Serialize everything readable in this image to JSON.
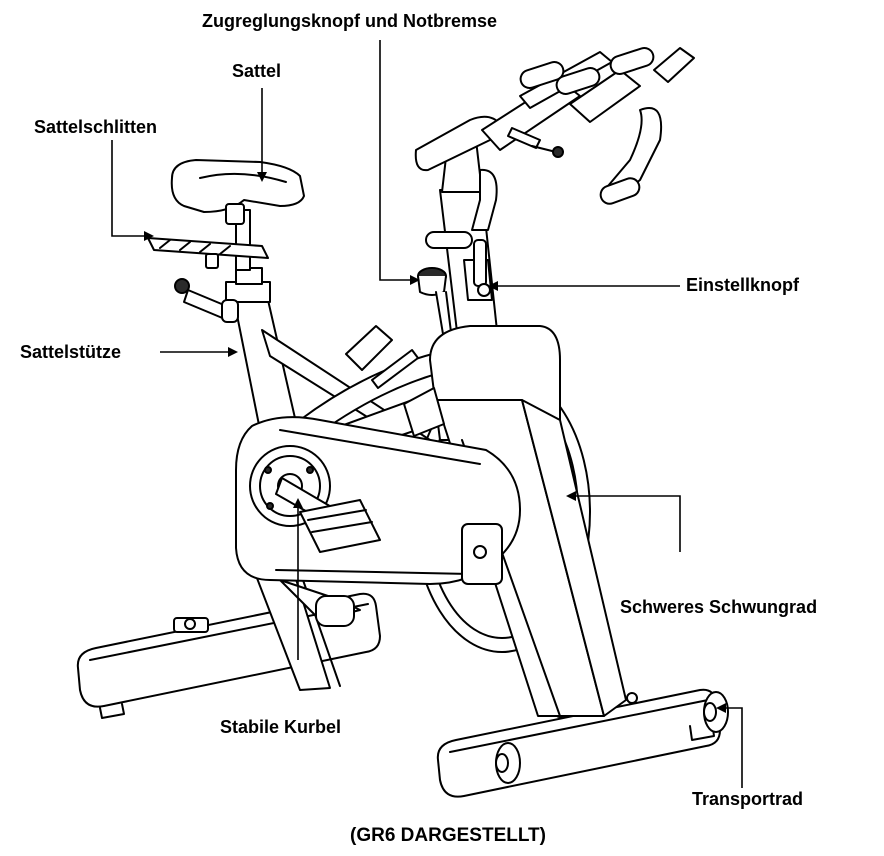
{
  "labels": {
    "zugregler": "Zugreglungsknopf und Notbremse",
    "sattel": "Sattel",
    "sattelschlitten": "Sattelschlitten",
    "einstellknopf": "Einstellknopf",
    "sattelstuetze": "Sattelstütze",
    "schwungrad": "Schweres Schwungrad",
    "kurbel": "Stabile Kurbel",
    "transportrad": "Transportrad"
  },
  "caption": "(GR6 DARGESTELLT)",
  "colors": {
    "line": "#000000",
    "fill": "#ffffff",
    "shade": "#2a2a2a"
  }
}
